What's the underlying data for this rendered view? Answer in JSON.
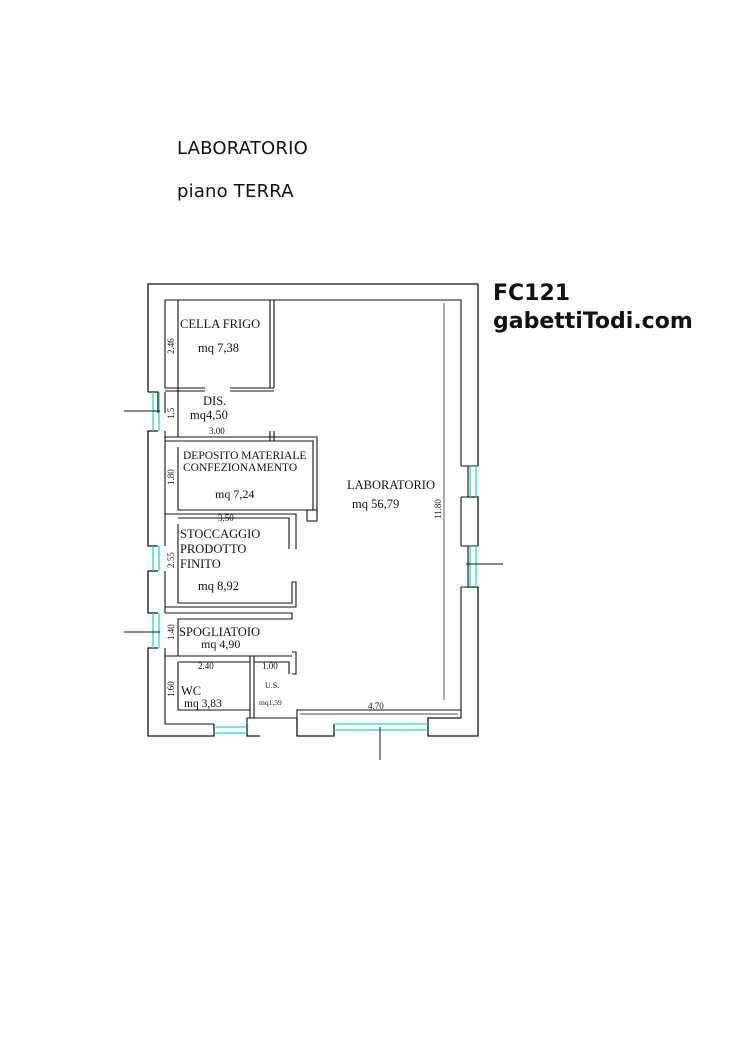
{
  "header": {
    "title": "LABORATORIO",
    "subtitle": "piano TERRA"
  },
  "brand": {
    "code": "FC121",
    "site": "gabettiTodi.com"
  },
  "colors": {
    "wall": "#111111",
    "opening": "#25d5dc",
    "text": "#111111"
  },
  "rooms": {
    "cella_frigo": {
      "name": "CELLA FRIGO",
      "area": "mq  7,38"
    },
    "dis": {
      "name": "DIS.",
      "area": "mq4,50"
    },
    "deposito": {
      "name_line1": "DEPOSITO MATERIALE",
      "name_line2": "CONFEZIONAMENTO",
      "area": "mq  7,24"
    },
    "laboratorio": {
      "name": "LABORATORIO",
      "area": "mq  56,79"
    },
    "stoccaggio": {
      "name_line1": "STOCCAGGIO",
      "name_line2": "PRODOTTO",
      "name_line3": "FINITO",
      "area": "mq  8,92"
    },
    "spogliatoio": {
      "name": "SPOGLIATOIO",
      "area": "mq  4,90"
    },
    "wc": {
      "name": "WC",
      "area": "mq  3,83"
    },
    "us": {
      "name": "U.S.",
      "area": "mq1,59"
    }
  },
  "dimensions": {
    "cella_height": "2.46",
    "dis_height": "1.5",
    "dis_width": "3.00",
    "deposito_height": "1.80",
    "stoccaggio_width": "3.50",
    "stoccaggio_height": "2.55",
    "spogliatoio_height": "1.40",
    "wc_width": "2.40",
    "us_width": "1.00",
    "wc_height": "1.60",
    "lab_height": "11.80",
    "lab_bottom_width": "4.70"
  }
}
